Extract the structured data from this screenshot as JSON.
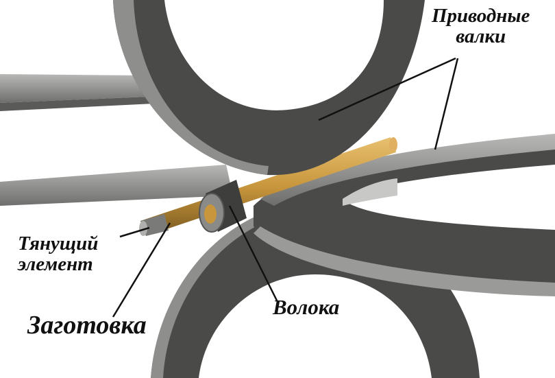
{
  "labels": {
    "drive_rolls_line1": "Приводные",
    "drive_rolls_line2": "валки",
    "pulling_element_line1": "Тянущий",
    "pulling_element_line2": "элемент",
    "blank": "Заготовка",
    "die": "Волока"
  },
  "colors": {
    "roll_dark": "#4a4a48",
    "roll_edge": "#8e8e8c",
    "blank": "#c8963c",
    "die": "#5a5a58"
  }
}
